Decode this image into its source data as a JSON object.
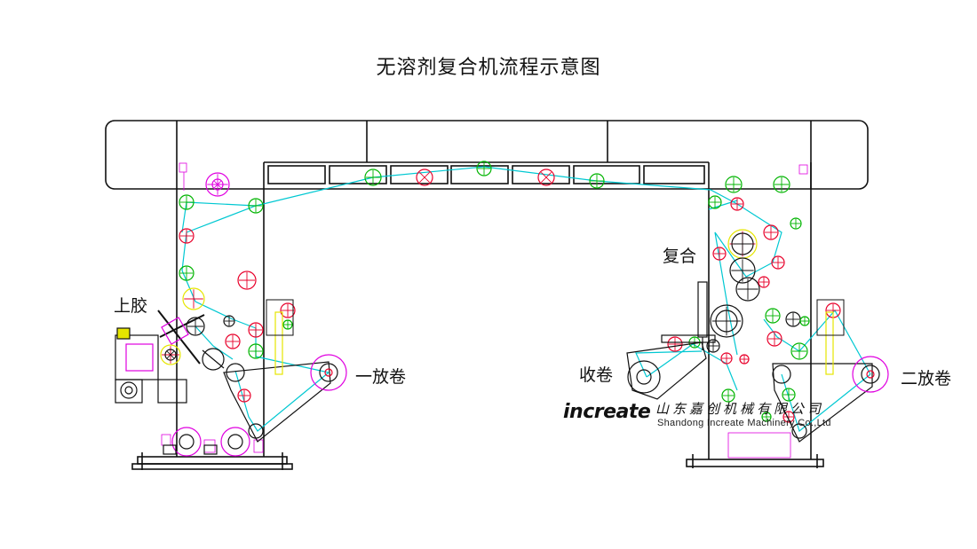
{
  "title": "无溶剂复合机流程示意图",
  "labels": {
    "coating": "上胶",
    "unwind1": "一放卷",
    "laminating": "复合",
    "rewind": "收卷",
    "unwind2": "二放卷"
  },
  "brand": {
    "logo": "increate",
    "company_cn": "山东嘉创机械有限公司",
    "company_en": "Shandong Increate Machinery Co.,Ltd"
  },
  "colors": {
    "frame": "#000000",
    "web_path": "#00c8d2",
    "roller_red": "#e8002a",
    "roller_green": "#00b400",
    "roller_magenta": "#e000e0",
    "accent_yellow": "#e6e600"
  }
}
